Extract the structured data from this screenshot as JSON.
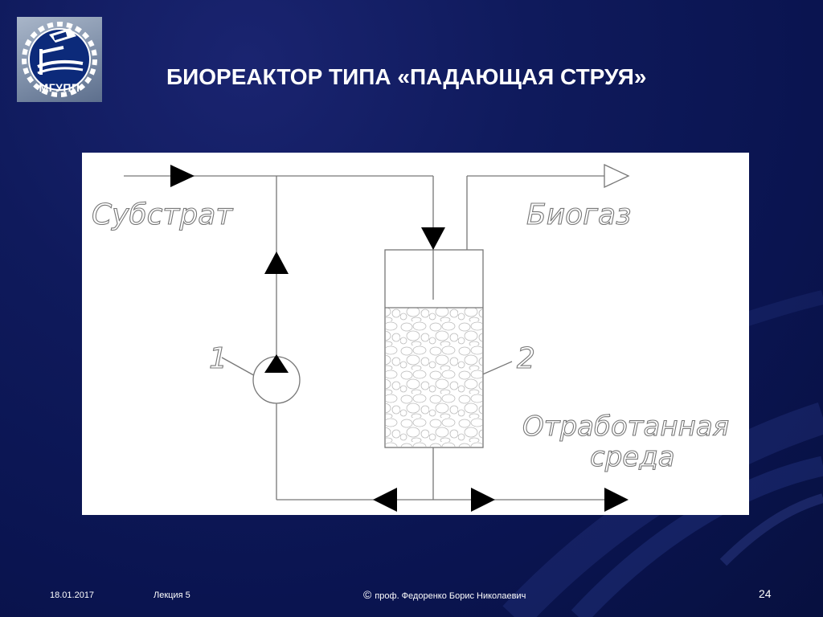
{
  "slide": {
    "title": "БИОРЕАКТОР ТИПА «ПАДАЮЩАЯ СТРУЯ»",
    "logo_text": "МГУПП"
  },
  "diagram": {
    "labels": {
      "substrate": "Субстрат",
      "biogas": "Биогаз",
      "spent_medium_line1": "Отработанная",
      "spent_medium_line2": "среда",
      "pump_number": "1",
      "bioreactor_number": "2"
    }
  },
  "footer": {
    "date": "18.01.2017",
    "lecture": "Лекция 5",
    "copyright_symbol": "©",
    "author": "проф. Федоренко Борис Николаевич",
    "page_number": "24"
  },
  "colors": {
    "background": "#0f1a5c",
    "panel": "#ffffff",
    "line": "#777777",
    "arrow": "#000000",
    "text": "#ffffff"
  }
}
